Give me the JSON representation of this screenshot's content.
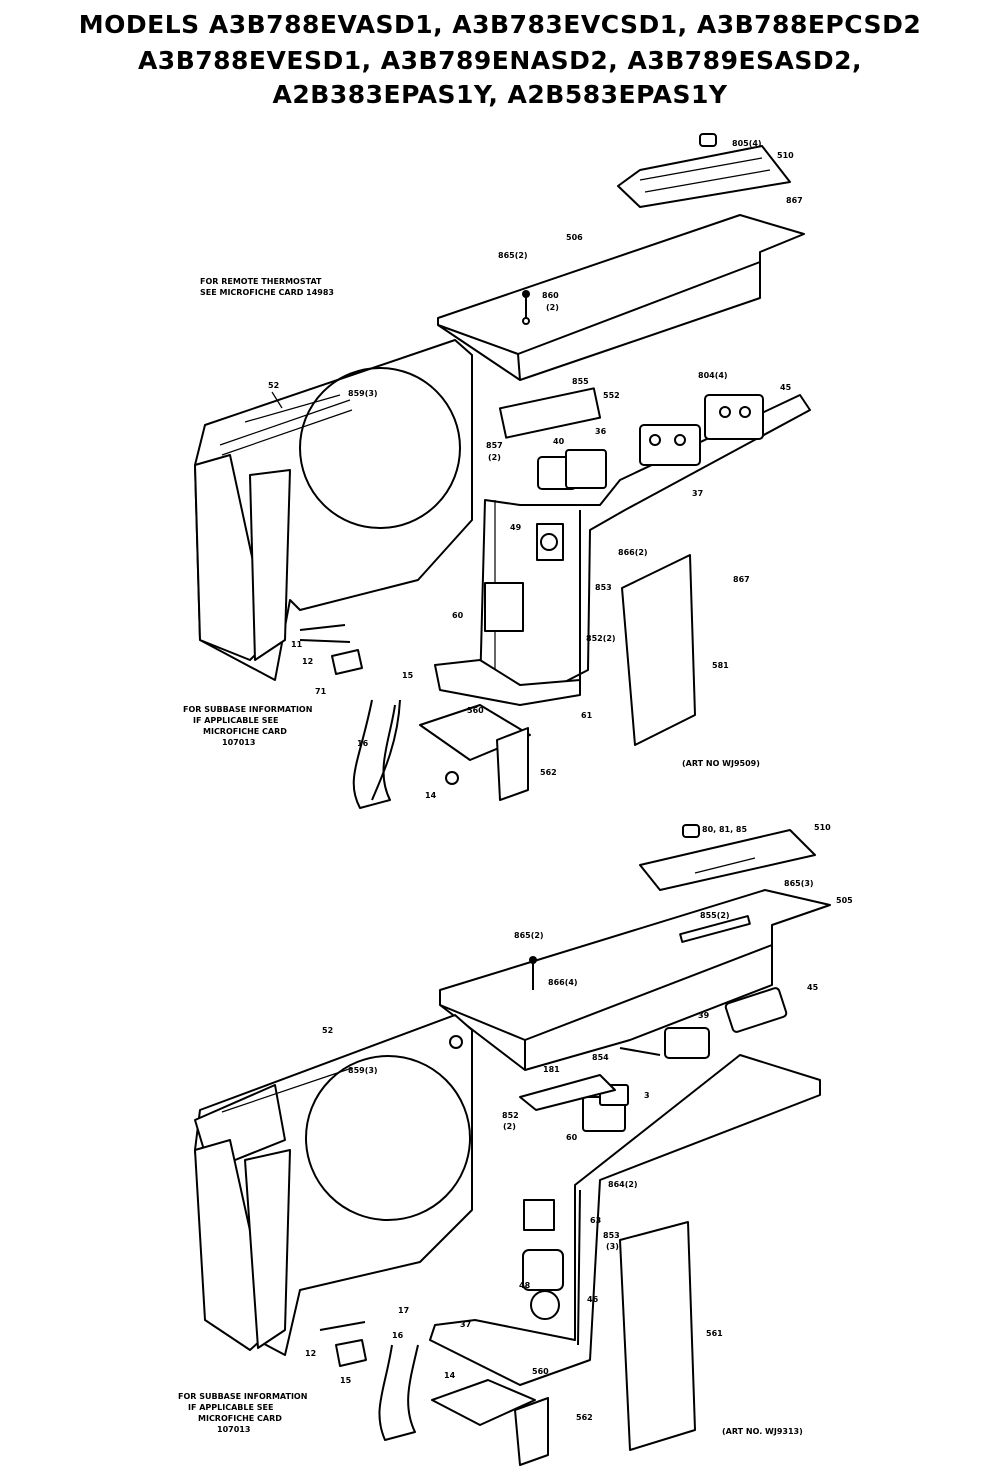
{
  "header": {
    "line1": "MODELS A3B788EVASD1, A3B783EVCSD1, A3B788EPCSD2",
    "line2": "A3B788EVESD1, A3B789ENASD2, A3B789ESASD2,",
    "line3": "A2B383EPAS1Y, A2B583EPAS1Y"
  },
  "diagram1": {
    "notes": {
      "thermostat_1": "FOR REMOTE THERMOSTAT",
      "thermostat_2": "SEE MICROFICHE CARD 14983",
      "subbase_1": "FOR SUBBASE INFORMATION",
      "subbase_2": "IF APPLICABLE SEE",
      "subbase_3": "MICROFICHE CARD",
      "subbase_4": "107013",
      "art_no": "(ART NO WJ9509)"
    },
    "labels": {
      "l805": "805(4)",
      "l510": "510",
      "l867a": "867",
      "l506": "506",
      "l865": "865(2)",
      "l860": "860",
      "l860b": "(2)",
      "l52": "52",
      "l859": "859(3)",
      "l855": "855",
      "l552": "552",
      "l804": "804(4)",
      "l45": "45",
      "l857": "857",
      "l857b": "(2)",
      "l40": "40",
      "l36": "36",
      "l37": "37",
      "l49": "49",
      "l866": "866(2)",
      "l867b": "867",
      "l60": "60",
      "l853": "853",
      "l852": "852(2)",
      "l581": "581",
      "l61": "61",
      "l11": "11",
      "l12": "12",
      "l71": "71",
      "l15": "15",
      "l560": "560",
      "l16": "16",
      "l14": "14",
      "l562": "562"
    }
  },
  "diagram2": {
    "notes": {
      "subbase_1": "FOR SUBBASE INFORMATION",
      "subbase_2": "IF APPLICABLE SEE",
      "subbase_3": "MICROFICHE CARD",
      "subbase_4": "107013",
      "art_no": "(ART NO. WJ9313)"
    },
    "labels": {
      "l80": "80, 81, 85",
      "l510": "510",
      "l865a": "865(3)",
      "l505": "505",
      "l855": "855(2)",
      "l865b": "865(2)",
      "l866": "866(4)",
      "l45": "45",
      "l39": "39",
      "l52": "52",
      "l859": "859(3)",
      "l854": "854",
      "l181": "181",
      "l852": "852",
      "l852b": "(2)",
      "l3": "3",
      "l60": "60",
      "l864": "864(2)",
      "l63": "63",
      "l853": "853",
      "l853b": "(3)",
      "l48": "48",
      "l46": "46",
      "l561": "561",
      "l17": "17",
      "l16": "16",
      "l12": "12",
      "l37": "37",
      "l14": "14",
      "l560": "560",
      "l15": "15",
      "l562": "562"
    }
  }
}
